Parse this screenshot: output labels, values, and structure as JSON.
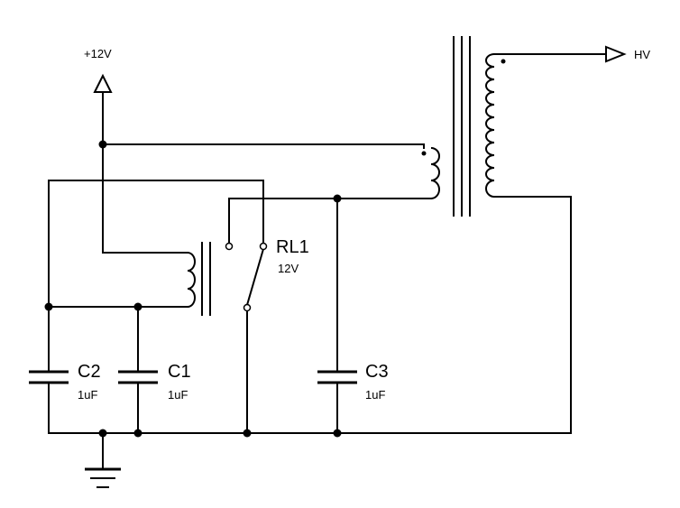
{
  "supply": {
    "label": "+12V"
  },
  "output": {
    "label": "HV"
  },
  "relay": {
    "ref": "RL1",
    "value": "12V"
  },
  "capacitors": [
    {
      "ref": "C2",
      "value": "1uF"
    },
    {
      "ref": "C1",
      "value": "1uF"
    },
    {
      "ref": "C3",
      "value": "1uF"
    }
  ]
}
